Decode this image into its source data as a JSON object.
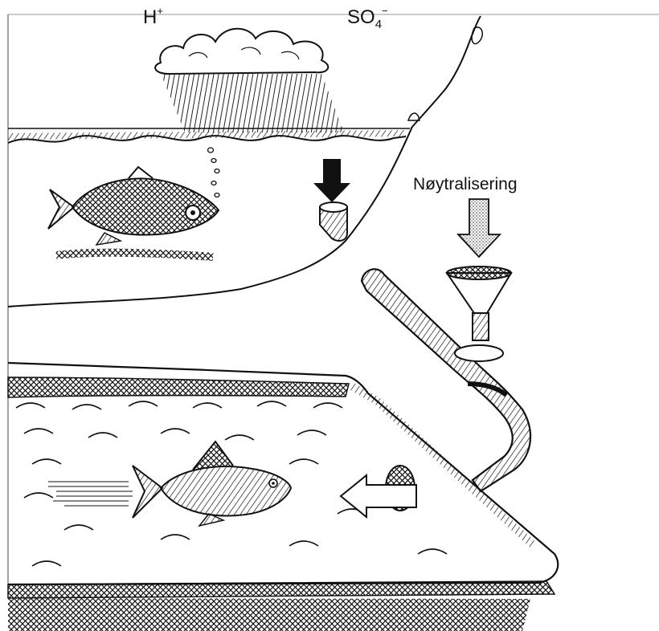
{
  "labels": {
    "hydrogen": {
      "symbol": "H",
      "charge": "+"
    },
    "sulfate": {
      "symbol": "SO",
      "subscript": "4",
      "charge": "−"
    },
    "neutralisation": "Nøytralisering"
  },
  "colors": {
    "ink": "#111111",
    "paper": "#ffffff"
  },
  "icons": [
    "cloud-icon",
    "rain-icon",
    "fish-icon",
    "down-arrow-icon",
    "left-arrow-icon",
    "funnel-icon",
    "pipe-icon"
  ]
}
